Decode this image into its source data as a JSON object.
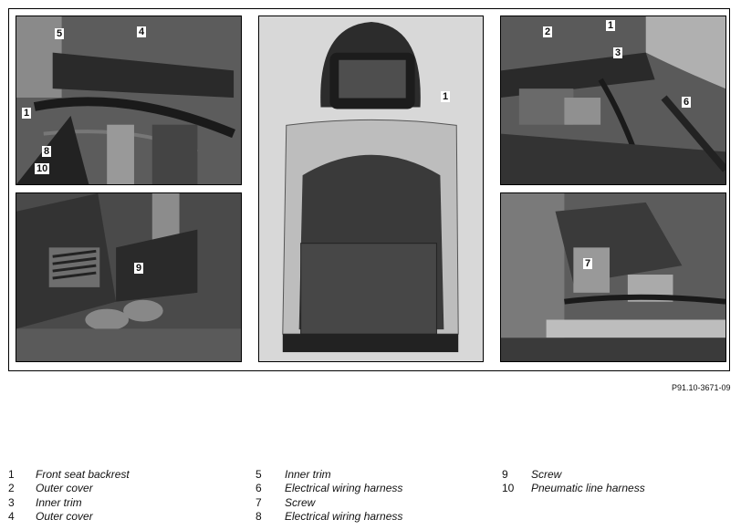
{
  "figure_ref": "P91.10-3671-09",
  "panels": {
    "top_left": {
      "callouts": [
        "5",
        "4",
        "1",
        "8",
        "10"
      ]
    },
    "center": {
      "callouts": [
        "1"
      ]
    },
    "top_right": {
      "callouts": [
        "1",
        "2",
        "3",
        "6"
      ]
    },
    "bottom_left": {
      "callouts": [
        "9"
      ]
    },
    "bottom_right": {
      "callouts": [
        "7"
      ]
    }
  },
  "legend": {
    "col1": [
      {
        "num": "1",
        "label": "Front seat backrest"
      },
      {
        "num": "2",
        "label": "Outer cover"
      },
      {
        "num": "3",
        "label": "Inner trim"
      },
      {
        "num": "4",
        "label": "Outer cover"
      }
    ],
    "col2": [
      {
        "num": "5",
        "label": "Inner trim"
      },
      {
        "num": "6",
        "label": "Electrical wiring harness"
      },
      {
        "num": "7",
        "label": "Screw"
      },
      {
        "num": "8",
        "label": "Electrical wiring harness"
      }
    ],
    "col3": [
      {
        "num": "9",
        "label": "Screw"
      },
      {
        "num": "10",
        "label": "Pneumatic line harness"
      }
    ]
  }
}
